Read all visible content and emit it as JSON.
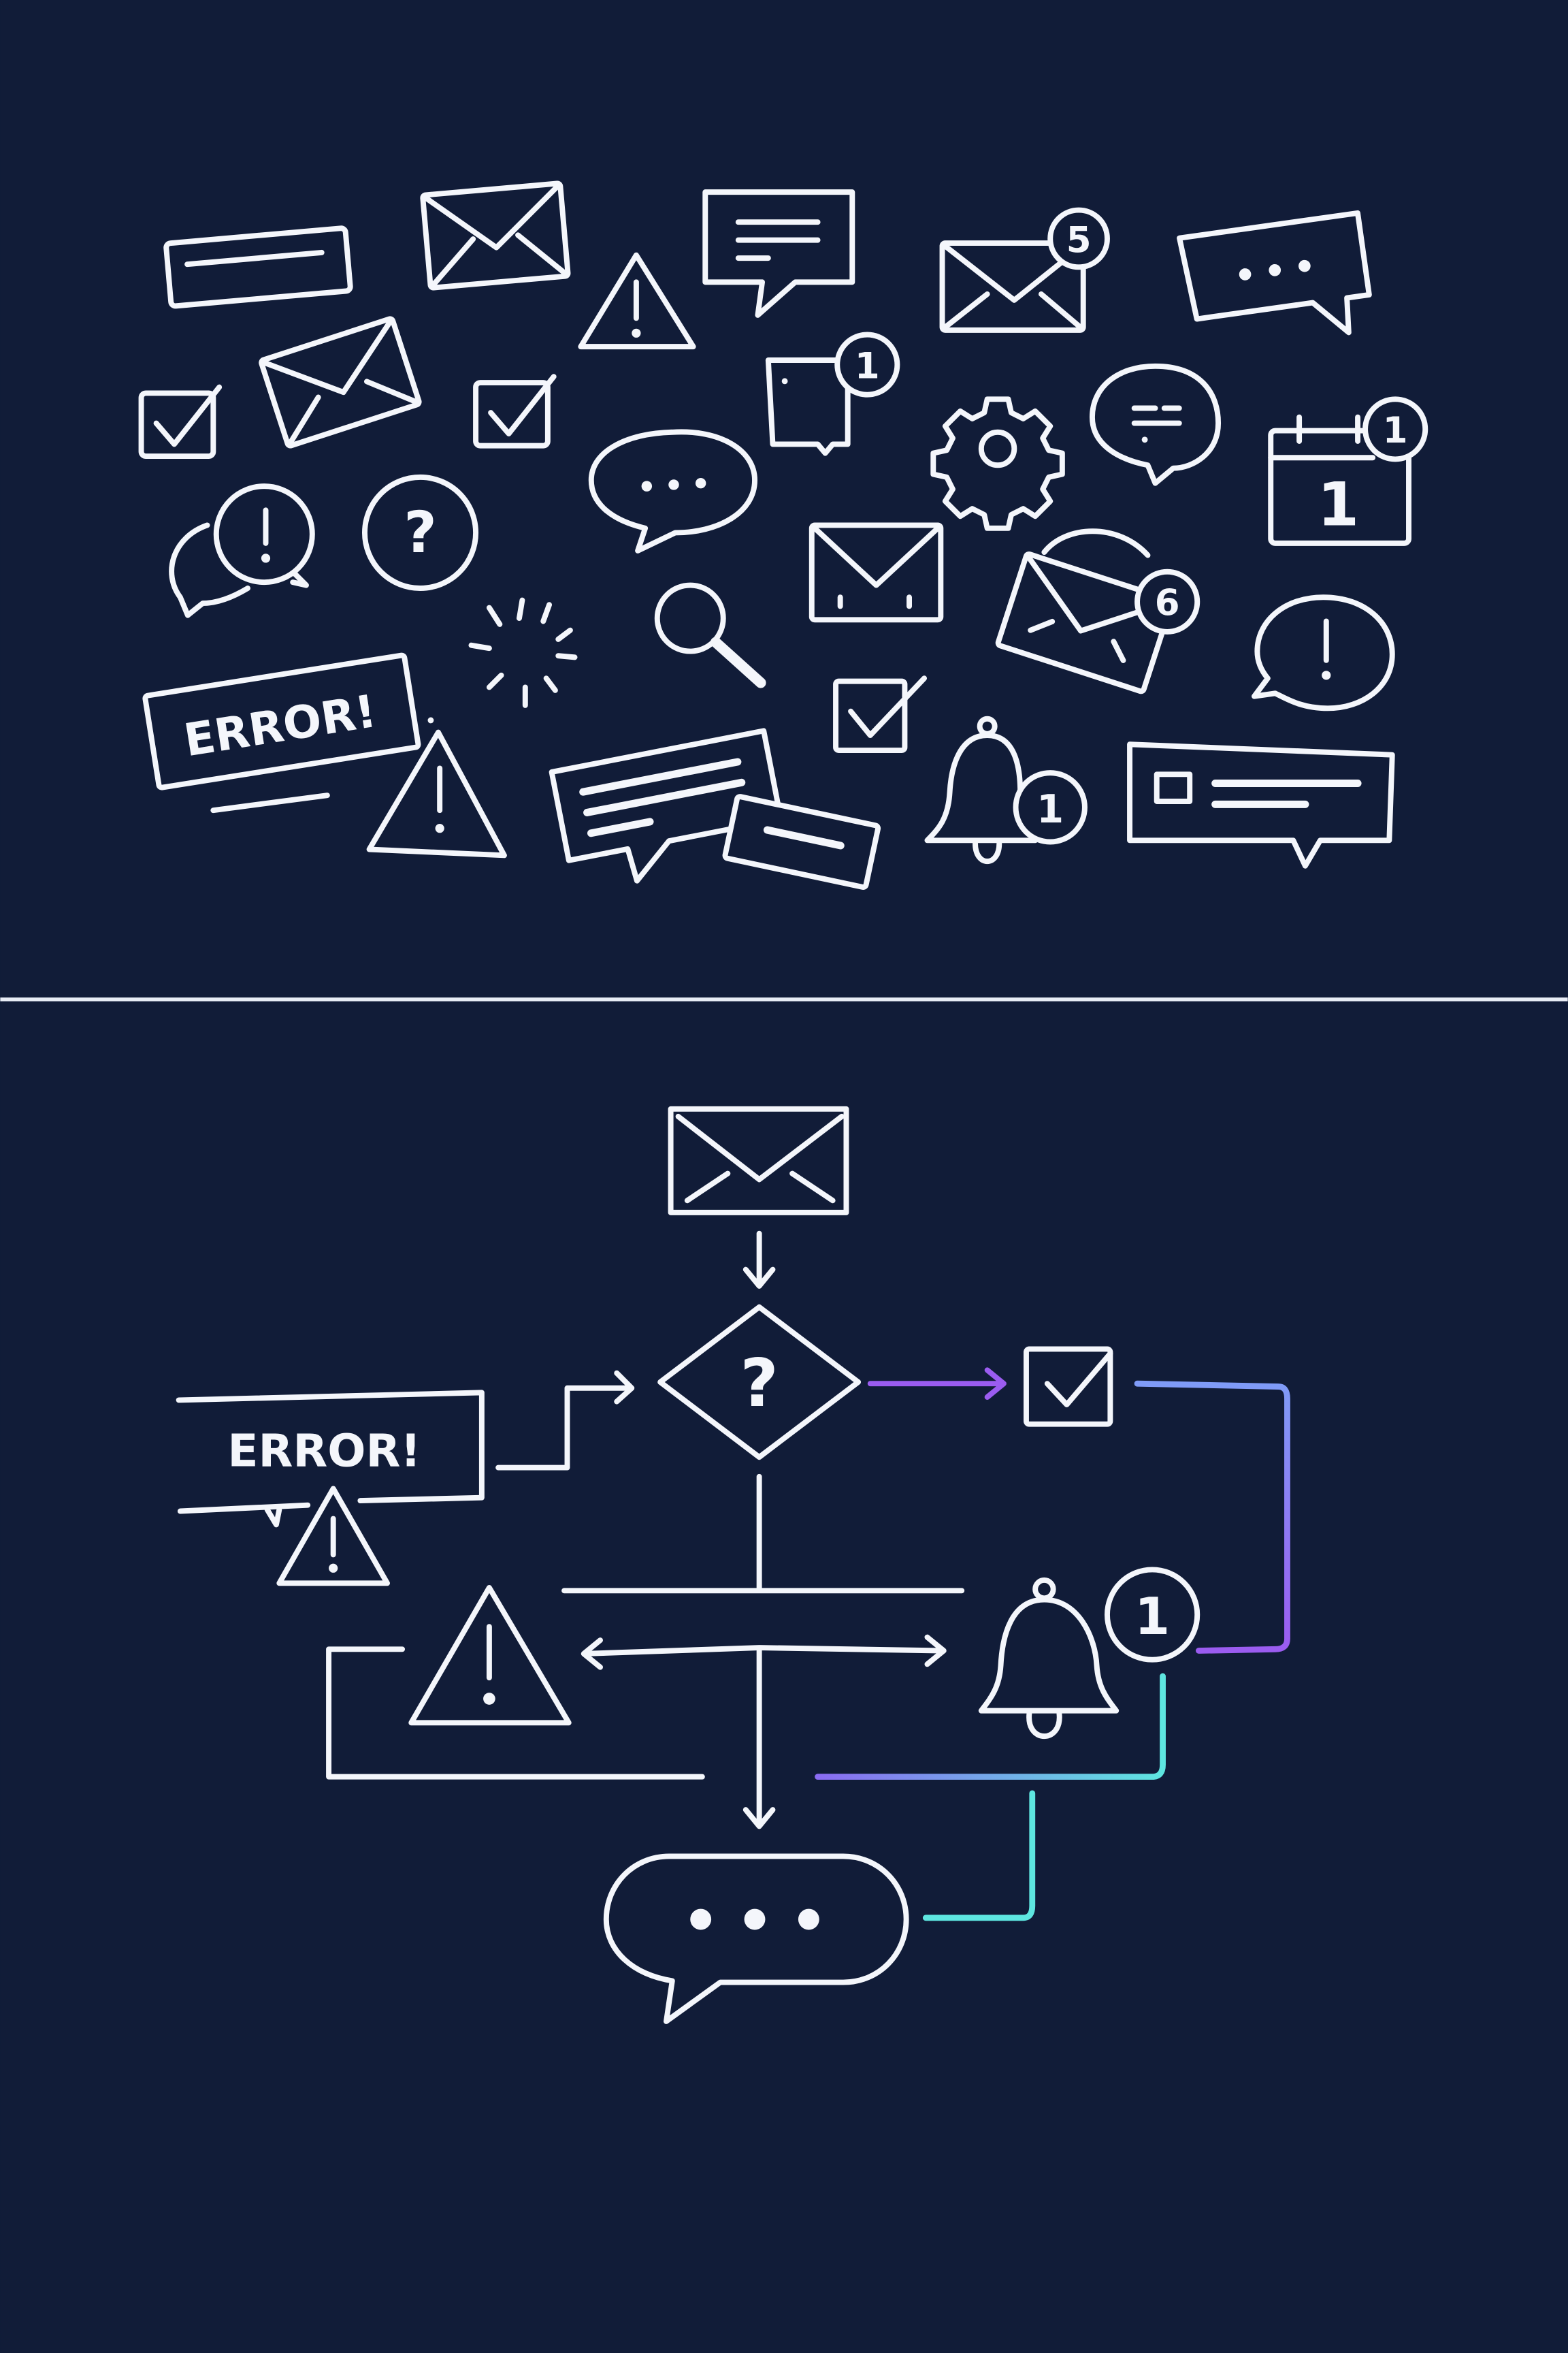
{
  "colors": {
    "background": "#111c38",
    "stroke": "#f4f6fb",
    "accent_purple": "#9b5cf0",
    "accent_blue": "#6b8cf5",
    "accent_cyan": "#5ee6e0"
  },
  "top_panel": {
    "error_label": "ERROR!",
    "badges": {
      "envelope_badge": "5",
      "note_badge": "1",
      "calendar_badge": "1",
      "calendar_day": "1",
      "open_envelope_badge": "6",
      "bell_badge": "1"
    },
    "question_glyph": "?",
    "icons": [
      "bar-icon",
      "envelope-icon",
      "warning-icon",
      "chat-lines-icon",
      "envelope-badge-icon",
      "chat-dots-icon",
      "checkbox-icon",
      "envelope-icon",
      "checkbox-icon",
      "note-badge-icon",
      "gear-icon",
      "round-chat-icon",
      "calendar-icon",
      "chat-dots-icon",
      "alert-chat-icon",
      "question-icon",
      "spinner-icon",
      "search-icon",
      "envelope-icon",
      "open-envelope-icon",
      "alert-bubble-icon",
      "error-box-icon",
      "warning-icon",
      "chat-lines-icon",
      "card-icon",
      "checkbox-icon",
      "bell-icon",
      "card-chat-icon"
    ]
  },
  "flowchart": {
    "error_label": "ERROR!",
    "decision_glyph": "?",
    "bell_badge": "1",
    "nodes": [
      "envelope-icon",
      "decision-diamond",
      "error-box",
      "checkbox-icon",
      "warning-icon",
      "bell-icon",
      "chat-bubble"
    ]
  }
}
